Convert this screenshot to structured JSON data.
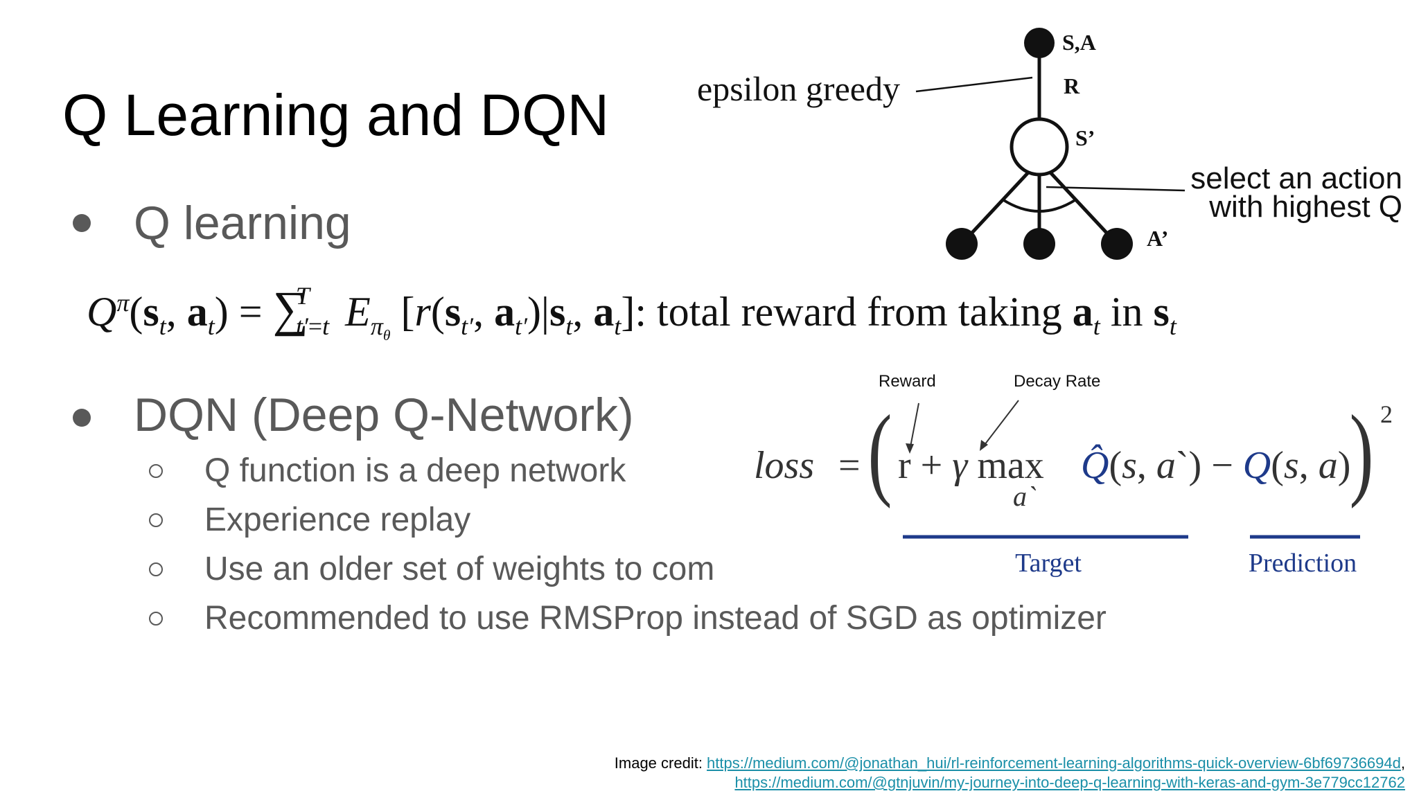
{
  "slide": {
    "title": "Q Learning and DQN",
    "bullets": [
      {
        "text": "Q learning"
      },
      {
        "text": "DQN (Deep Q-Network)"
      }
    ],
    "sub_bullets": [
      {
        "text": "Q function is a deep network"
      },
      {
        "text": "Experience replay"
      },
      {
        "text": "Use an older set of weights to com"
      },
      {
        "text": "Recommended to use RMSProp instead of SGD as optimizer"
      }
    ],
    "equation_tail": "total reward from taking"
  },
  "tree_diagram": {
    "root_label": "S,A",
    "edge_label": "R",
    "middle_label": "S’",
    "leaf_label": "A’",
    "epsilon_label": "epsilon greedy",
    "select_label_1": "select an action",
    "select_label_2": "with highest Q"
  },
  "loss_figure": {
    "reward_label": "Reward",
    "decay_label": "Decay Rate",
    "loss_word": "loss",
    "target_label": "Target",
    "prediction_label": "Prediction",
    "accent_color": "#1e3a8a"
  },
  "credit": {
    "prefix": "Image credit: ",
    "link1": "https://medium.com/@jonathan_hui/rl-reinforcement-learning-algorithms-quick-overview-6bf69736694d",
    "link1_suffix": ",",
    "link2": "https://medium.com/@gtnjuvin/my-journey-into-deep-q-learning-with-keras-and-gym-3e779cc12762"
  }
}
